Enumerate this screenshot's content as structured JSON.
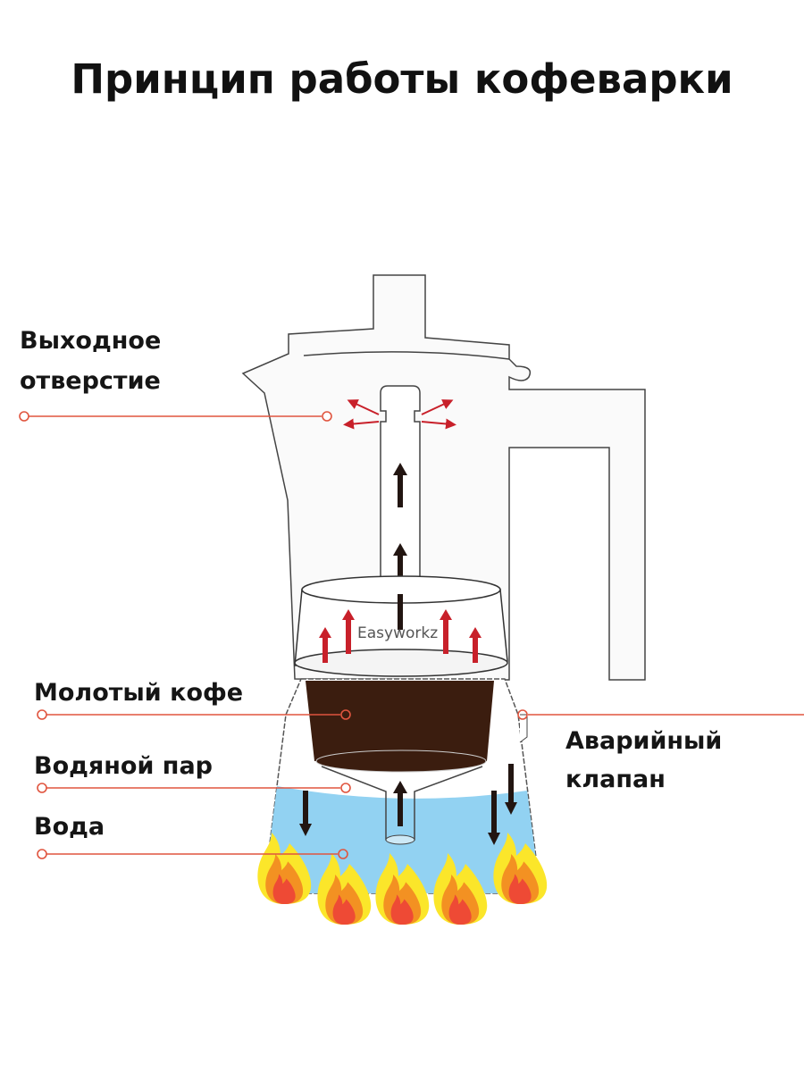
{
  "title": "Принцип работы кофеварки",
  "brand": "Easyworkz",
  "labels": {
    "outlet_line1": "Выходное",
    "outlet_line2": "отверстие",
    "ground_coffee": "Молотый кофе",
    "steam": "Водяной пар",
    "water": "Вода",
    "valve_line1": "Аварийный",
    "valve_line2": "клапан"
  },
  "colors": {
    "leader": "#e0553f",
    "coffee": "#3b1d0f",
    "water": "#92d2f2",
    "arrow_red": "#c8202a",
    "flame_outer": "#fbe62a",
    "flame_mid": "#f39122",
    "flame_inner": "#ee4a35"
  }
}
